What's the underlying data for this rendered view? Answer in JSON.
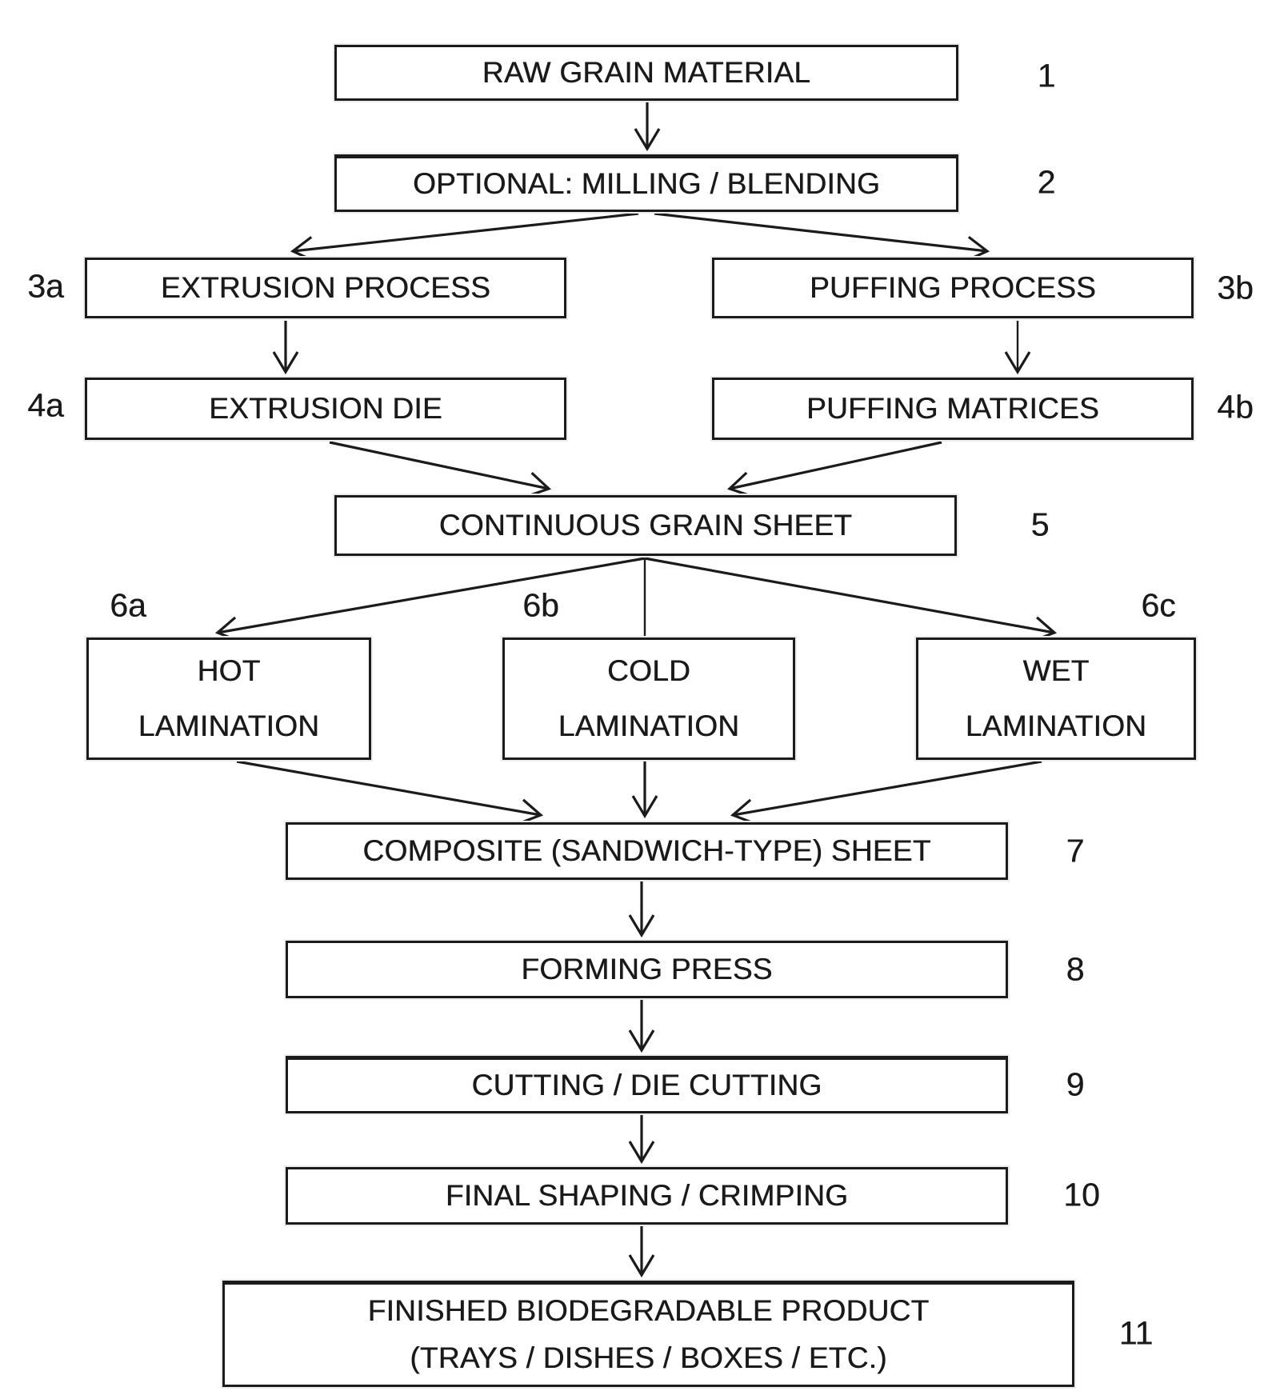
{
  "figure": {
    "type": "flowchart",
    "background": "#ffffff",
    "ink_color": "#1a1a1a"
  },
  "nodes": [
    {
      "id": "raw-grain-material",
      "ref": "1",
      "lines": [
        "RAW GRAIN MATERIAL"
      ]
    },
    {
      "id": "optional-milling-blending",
      "ref": "2",
      "lines": [
        "OPTIONAL: MILLING / BLENDING"
      ]
    },
    {
      "id": "extrusion-process",
      "ref": "3a",
      "lines": [
        "EXTRUSION PROCESS"
      ]
    },
    {
      "id": "puffing-process",
      "ref": "3b",
      "lines": [
        "PUFFING PROCESS"
      ]
    },
    {
      "id": "extrusion-die",
      "ref": "4a",
      "lines": [
        "EXTRUSION DIE"
      ]
    },
    {
      "id": "puffing-matrices",
      "ref": "4b",
      "lines": [
        "PUFFING MATRICES"
      ]
    },
    {
      "id": "continuous-grain-sheet",
      "ref": "5",
      "lines": [
        "CONTINUOUS GRAIN SHEET"
      ]
    },
    {
      "id": "hot-lamination",
      "ref": "6a",
      "lines": [
        "HOT",
        "LAMINATION"
      ]
    },
    {
      "id": "cold-lamination",
      "ref": "6b",
      "lines": [
        "COLD",
        "LAMINATION"
      ]
    },
    {
      "id": "wet-lamination",
      "ref": "6c",
      "lines": [
        "WET",
        "LAMINATION"
      ]
    },
    {
      "id": "composite-sandwich-type-sheet",
      "ref": "7",
      "lines": [
        "COMPOSITE (SANDWICH-TYPE) SHEET"
      ]
    },
    {
      "id": "forming-press",
      "ref": "8",
      "lines": [
        "FORMING PRESS"
      ]
    },
    {
      "id": "cutting-die-cutting",
      "ref": "9",
      "lines": [
        "CUTTING / DIE CUTTING"
      ]
    },
    {
      "id": "final-shaping-crimping",
      "ref": "10",
      "lines": [
        "FINAL SHAPING / CRIMPING"
      ]
    },
    {
      "id": "finished-biodegradable-product",
      "ref": "11",
      "lines": [
        "FINISHED BIODEGRADABLE PRODUCT",
        "(TRAYS / DISHES / BOXES / ETC.)"
      ]
    }
  ],
  "edges": [
    {
      "from": "1",
      "to": "2",
      "arrowhead": true
    },
    {
      "from": "2",
      "to": "3a",
      "arrowhead": true
    },
    {
      "from": "2",
      "to": "3b",
      "arrowhead": true
    },
    {
      "from": "3a",
      "to": "4a",
      "arrowhead": true
    },
    {
      "from": "3b",
      "to": "4b",
      "arrowhead": true
    },
    {
      "from": "4a",
      "to": "5",
      "arrowhead": true
    },
    {
      "from": "4b",
      "to": "5",
      "arrowhead": true
    },
    {
      "from": "5",
      "to": "6a",
      "arrowhead": true
    },
    {
      "from": "5",
      "to": "6b",
      "arrowhead": false
    },
    {
      "from": "5",
      "to": "6c",
      "arrowhead": true
    },
    {
      "from": "6a",
      "to": "7",
      "arrowhead": true
    },
    {
      "from": "6b",
      "to": "7",
      "arrowhead": true
    },
    {
      "from": "6c",
      "to": "7",
      "arrowhead": true
    },
    {
      "from": "7",
      "to": "8",
      "arrowhead": true
    },
    {
      "from": "8",
      "to": "9",
      "arrowhead": true
    },
    {
      "from": "9",
      "to": "10",
      "arrowhead": true
    },
    {
      "from": "10",
      "to": "11",
      "arrowhead": true
    }
  ]
}
